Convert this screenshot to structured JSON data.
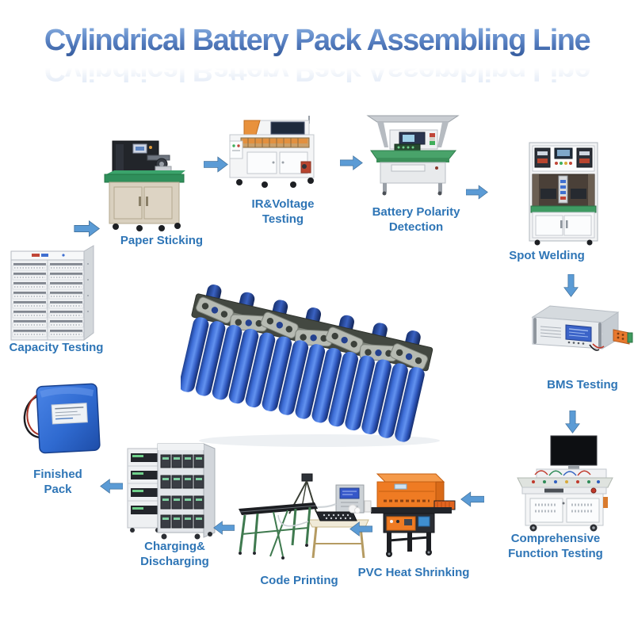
{
  "title": {
    "text": "Cylindrical Battery Pack Assembling Line"
  },
  "colors": {
    "label-color": "#2E75B6",
    "arrow-fill": "#5B9BD5",
    "arrow-stroke": "#41719C",
    "title-top": "#8FB4E3",
    "title-bottom": "#2F5597"
  },
  "stations": [
    {
      "id": "capacity-testing",
      "label": "Capacity Testing"
    },
    {
      "id": "paper-sticking",
      "label": "Paper Sticking"
    },
    {
      "id": "ir-voltage-testing",
      "label": "IR&Voltage\nTesting"
    },
    {
      "id": "battery-polarity-detection",
      "label": "Battery Polarity\nDetection"
    },
    {
      "id": "spot-welding",
      "label": "Spot Welding"
    },
    {
      "id": "bms-testing",
      "label": "BMS Testing"
    },
    {
      "id": "comprehensive-function-testing",
      "label": "Comprehensive\nFunction Testing"
    },
    {
      "id": "pvc-heat-shrinking",
      "label": "PVC Heat Shrinking"
    },
    {
      "id": "code-printing",
      "label": "Code Printing"
    },
    {
      "id": "charging-discharging",
      "label": "Charging&\nDischarging"
    },
    {
      "id": "finished-pack",
      "label": "Finished\nPack"
    }
  ],
  "center_image": {
    "name": "cylindrical-battery-pack"
  }
}
